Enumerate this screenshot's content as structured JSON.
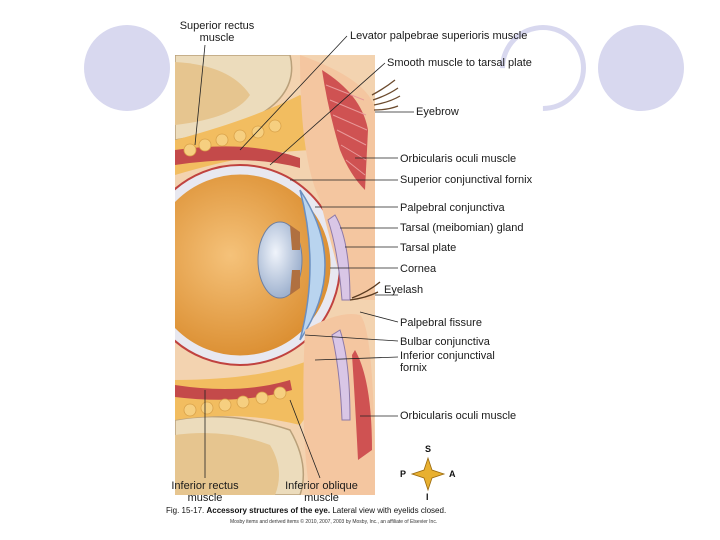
{
  "labels": {
    "superior_rectus": "Superior rectus muscle",
    "levator": "Levator palpebrae superioris muscle",
    "smooth_muscle": "Smooth muscle to tarsal plate",
    "eyebrow": "Eyebrow",
    "orbicularis_upper": "Orbicularis oculi muscle",
    "sup_fornix": "Superior conjunctival fornix",
    "palpebral_conj": "Palpebral conjunctiva",
    "tarsal_gland": "Tarsal (meibomian) gland",
    "tarsal_plate": "Tarsal plate",
    "cornea": "Cornea",
    "eyelash": "Eyelash",
    "palpebral_fissure": "Palpebral fissure",
    "bulbar_conj": "Bulbar conjunctiva",
    "inf_fornix": "Inferior conjunctival fornix",
    "orbicularis_lower": "Orbicularis oculi muscle",
    "inferior_rectus": "Inferior rectus muscle",
    "inferior_oblique": "Inferior oblique muscle"
  },
  "compass": {
    "s": "S",
    "p": "P",
    "a": "A",
    "i": "I"
  },
  "caption": {
    "fig": "Fig. 15-17.",
    "title": "Accessory structures of the eye.",
    "rest": "Lateral view with eyelids closed."
  },
  "credit": "Mosby items and derived items © 2010, 2007, 2003 by Mosby, Inc., an affiliate of Elsevier Inc.",
  "colors": {
    "decor": "#d8d8ef",
    "fat": "#f0b860",
    "muscle": "#c84848",
    "skin": "#f2c9a4",
    "eyeball": "#e8a040",
    "cornea": "#a9c8e8",
    "bone": "#e9dcc0"
  }
}
